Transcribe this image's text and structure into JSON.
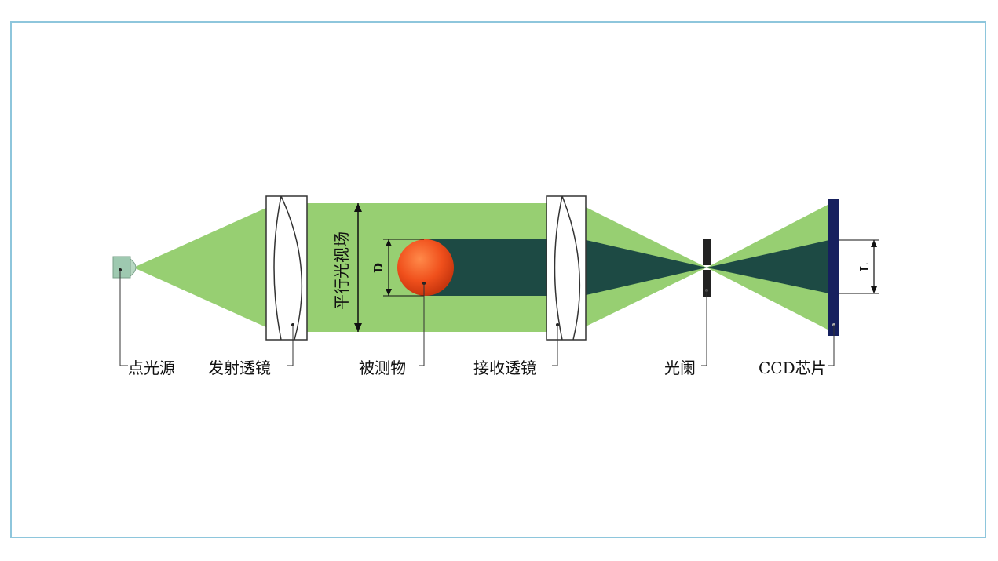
{
  "diagram": {
    "labels": {
      "point_source": "点光源",
      "emit_lens": "发射透镜",
      "object": "被测物",
      "receive_lens": "接收透镜",
      "aperture": "光阑",
      "ccd_chip": "CCD芯片",
      "parallel_field": "平行光视场",
      "dim_d": "D",
      "dim_l": "L"
    },
    "colors": {
      "light_green": "#97cf72",
      "dark_teal": "#1d4a44",
      "object_orange": "#f0501c",
      "ccd_navy": "#16205e",
      "frame_blue": "#8ec6dc"
    }
  }
}
